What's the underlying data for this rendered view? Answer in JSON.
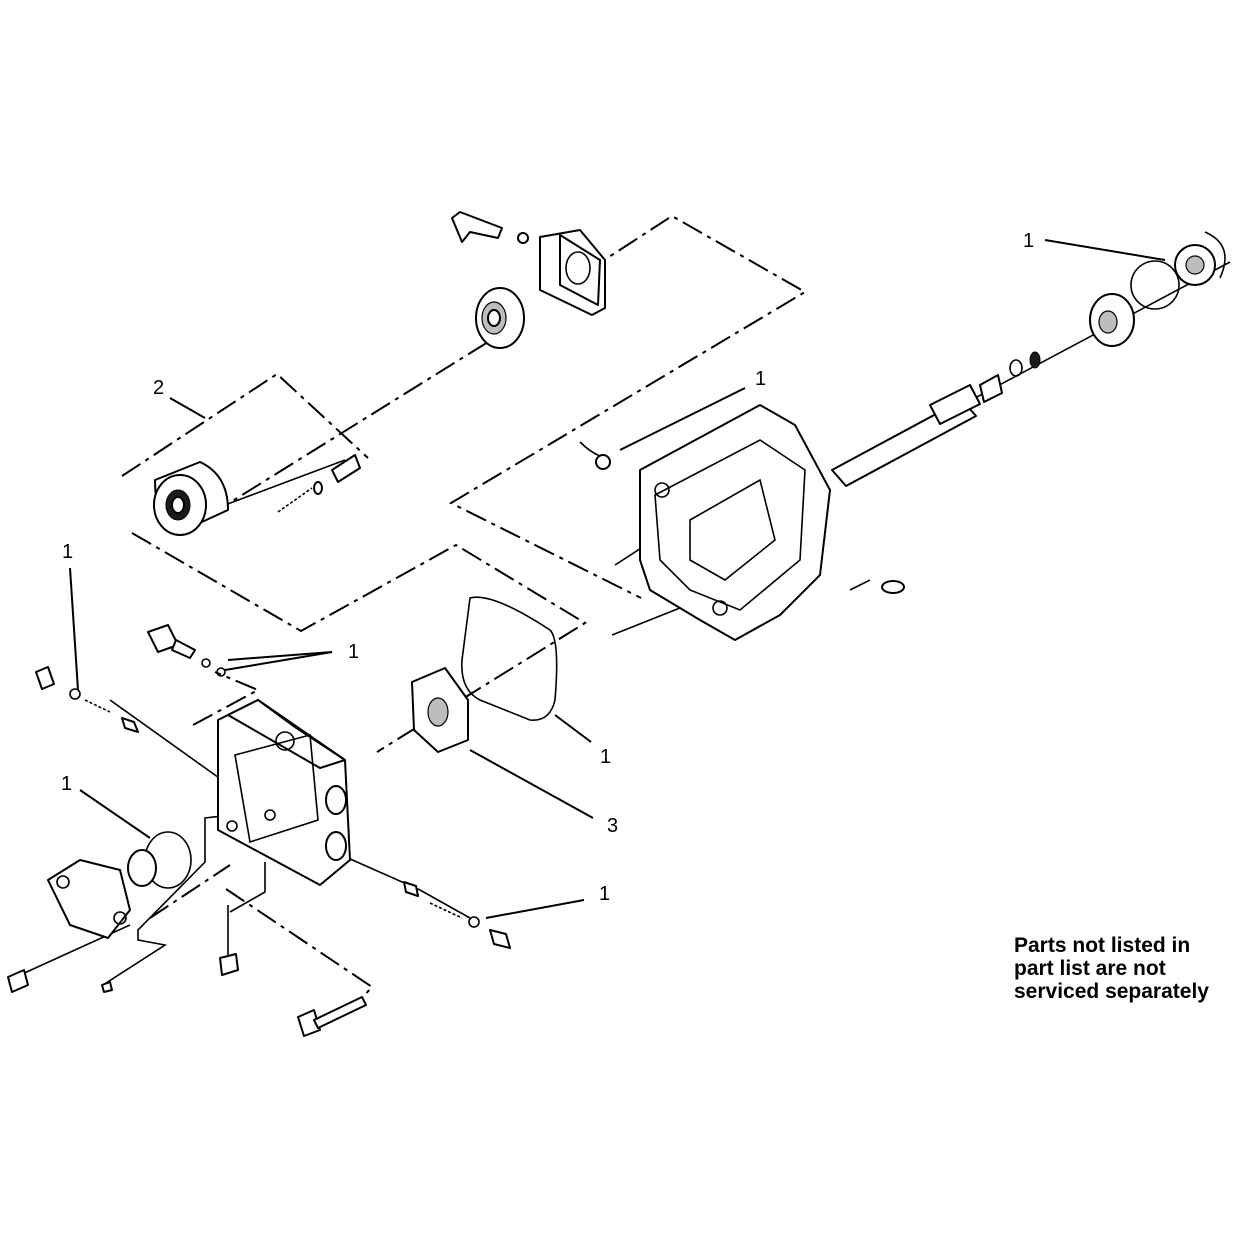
{
  "callouts": [
    {
      "label": "1"
    },
    {
      "label": "2"
    },
    {
      "label": "1"
    },
    {
      "label": "1"
    },
    {
      "label": "1"
    },
    {
      "label": "1"
    },
    {
      "label": "3"
    },
    {
      "label": "1"
    },
    {
      "label": "1"
    }
  ],
  "note": {
    "lines": [
      "Parts not listed in",
      "part list are not",
      "serviced separately"
    ]
  }
}
